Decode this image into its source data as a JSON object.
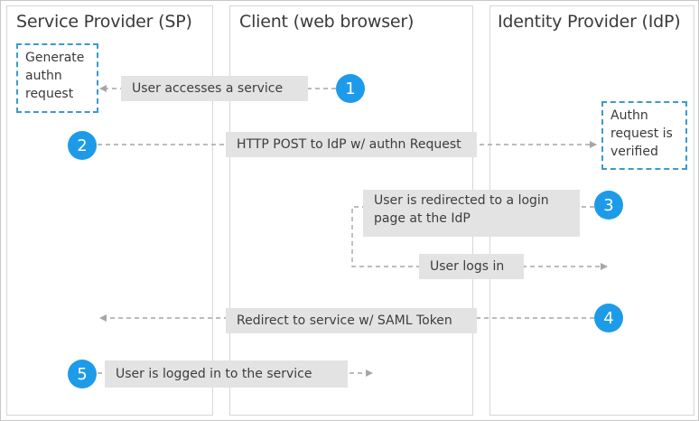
{
  "columns": {
    "sp": "Service Provider (SP)",
    "client": "Client (web browser)",
    "idp": "Identity Provider (IdP)"
  },
  "boxes": {
    "generate": "Generate authn request",
    "verified": "Authn request is verified"
  },
  "steps": {
    "s1": {
      "number": "1",
      "label": "User accesses a service"
    },
    "s2": {
      "number": "2",
      "label": "HTTP POST to IdP w/ authn Request"
    },
    "s3": {
      "number": "3",
      "label": "User is redirected to a login page at the IdP"
    },
    "s3b": {
      "label": "User logs in"
    },
    "s4": {
      "number": "4",
      "label": "Redirect to service w/ SAML Token"
    },
    "s5": {
      "number": "5",
      "label": "User is logged in to the service"
    }
  },
  "colors": {
    "accent": "#1e9be8",
    "box_border": "#3b9ad0",
    "label_bg": "#e3e3e3"
  }
}
